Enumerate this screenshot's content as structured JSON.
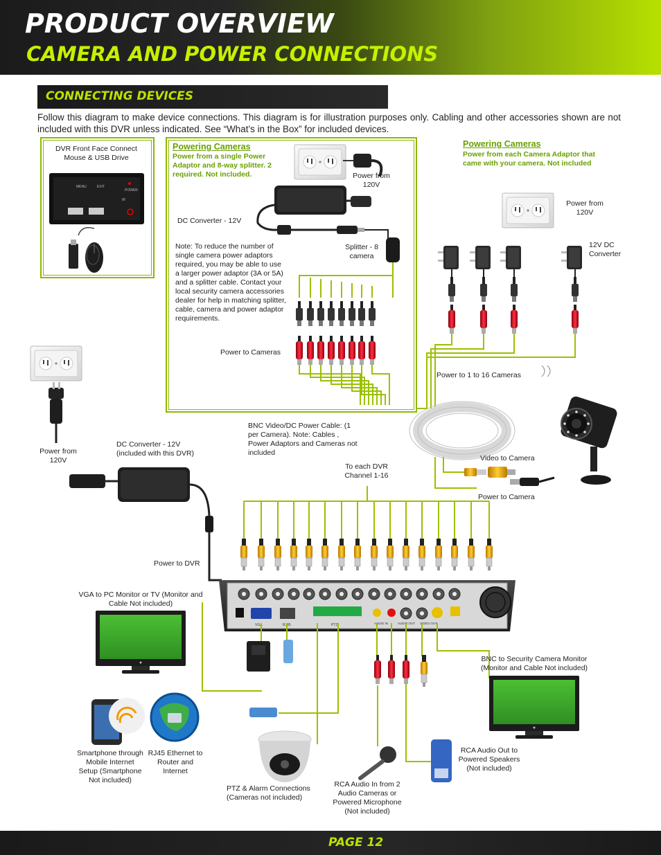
{
  "header": {
    "title": "PRODUCT OVERVIEW",
    "subtitle": "CAMERA AND POWER CONNECTIONS"
  },
  "section": {
    "title": "CONNECTING DEVICES"
  },
  "intro": "Follow this diagram to make device connections. This diagram is for illustration purposes only. Cabling and other accessories shown are not included with this DVR unless indicated. See “What’s in the Box” for included devices.",
  "front_panel": {
    "caption": "DVR Front Face Connect Mouse & USB Drive",
    "menu": "MENU",
    "exit": "EXIT",
    "power": "POWER",
    "ir": "IR"
  },
  "group_single": {
    "heading": "Powering Cameras",
    "sub": "Power from a single Power Adaptor and 8-way splitter. 2 required. Not included.",
    "power_label": "Power from 120V",
    "dc_converter": "DC Converter - 12V",
    "splitter": "Splitter - 8 camera",
    "note": "Note: To reduce the number of single camera power adaptors required, you may be able to use a larger power adaptor (3A or 5A) and a splitter cable. Contact your local security camera accessories dealer for help in matching splitter, cable, camera and power adaptor requirements.",
    "to_cameras": "Power to Cameras"
  },
  "group_each": {
    "heading": "Powering Cameras",
    "sub": "Power from each Camera Adaptor that came with your camera. Not included",
    "power_label": "Power from 120V",
    "dc12": "12V DC Converter",
    "to_cameras": "Power to 1 to 16 Cameras"
  },
  "labels": {
    "power_from": "Power from 120V",
    "dc_dvr": "DC Converter - 12V (included with this DVR)",
    "bnc_cable": "BNC Video/DC Power Cable: (1 per Camera). Note: Cables , Power Adaptors and Cameras not included",
    "to_channel": "To each DVR Channel 1-16",
    "video_to_camera": "Video to Camera",
    "power_to_camera": "Power to Camera",
    "power_to_dvr": "Power to DVR",
    "vga": "VGA to PC Monitor or TV (Monitor and Cable Not included)",
    "bnc_monitor": "BNC to Security Camera Monitor (Monitor and Cable Not included)",
    "smartphone": "Smartphone through Mobile Internet Setup (Smartphone Not included)",
    "rj45": "RJ45 Ethernet to Router and Internet",
    "ptz": "PTZ & Alarm Connections (Cameras not included)",
    "audio_in": "RCA Audio In from 2 Audio Cameras or Powered Microphone (Not included)",
    "audio_out": "RCA Audio Out to Powered Speakers (Not included)"
  },
  "dvr_rear": {
    "vga": "VGA",
    "rj45": "RJ45",
    "audio_in": "AUDIO IN",
    "audio_out": "AUDIO OUT",
    "video_out": "VIDEO OUT",
    "ptz": "PTZ"
  },
  "footer": {
    "page": "PAGE 12"
  },
  "colors": {
    "accent_green": "#b9e300",
    "heading_green": "#69a000",
    "box_border": "#8cb800",
    "screen_green": "#3aa52a",
    "bnc_gold": "#e8a000",
    "plug_red": "#d6001c"
  }
}
